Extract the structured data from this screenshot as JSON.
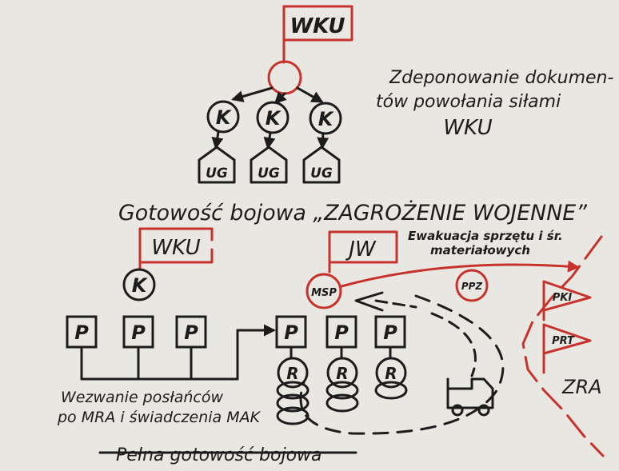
{
  "colors": {
    "ink": "#1c1c1c",
    "red": "#c8322c",
    "paper": "#e9e7e2"
  },
  "top": {
    "flag_label": "WKU",
    "k_label": "K",
    "ug_labels": [
      "UG",
      "UG",
      "UG"
    ],
    "caption_lines": [
      "Zdeponowanie dokumen-",
      "tów powołania siłami",
      "WKU"
    ]
  },
  "middle": {
    "heading": "Gotowość bojowa „ZAGROŻENIE WOJENNE”"
  },
  "bottom": {
    "wku_flag": "WKU",
    "jw_flag": "JW",
    "k_label": "K",
    "p_label": "P",
    "r_label": "R",
    "msp_label": "MSP",
    "ppz_label": "PPZ",
    "pki_label": "PKI",
    "prt_label": "PRT",
    "zra_label": "ZRA",
    "evac_lines": [
      "Ewakuacja sprzętu i śr.",
      "materiałowych"
    ],
    "summons_lines": [
      "Wezwanie posłańców",
      "po MRA i świadczenia MAK"
    ],
    "footer": "Pełna gotowość bojowa"
  }
}
